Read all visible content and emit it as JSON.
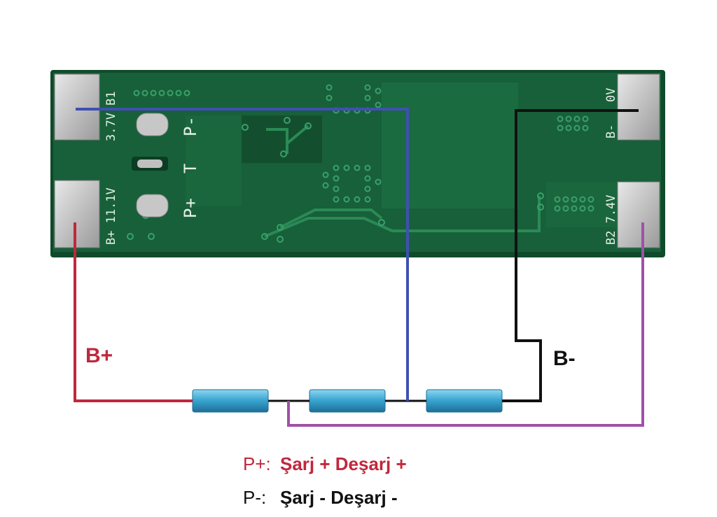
{
  "board": {
    "pad_labels": {
      "b1": "3.7V B1",
      "b_plus": "B+ 11.1V",
      "p_minus": "P-",
      "t": "T",
      "p_plus": "P+",
      "zero_v": "0V",
      "b_minus": "B-",
      "b2": "B2 7.4V"
    }
  },
  "wires": {
    "b_plus": {
      "label": "B+",
      "color": "#c0283c"
    },
    "b_minus": {
      "label": "B-",
      "color": "#111111"
    },
    "b1_color": "#4050b0",
    "b2_color": "#a050a8"
  },
  "cells": {
    "color": "#3ba7d3",
    "count": 3
  },
  "legend": {
    "p_plus": {
      "key": "P+:",
      "text": "Şarj +  Deşarj +",
      "color": "#c0283c"
    },
    "p_minus": {
      "key": "P-:",
      "text": "Şarj -  Deşarj -",
      "color": "#111111"
    }
  }
}
